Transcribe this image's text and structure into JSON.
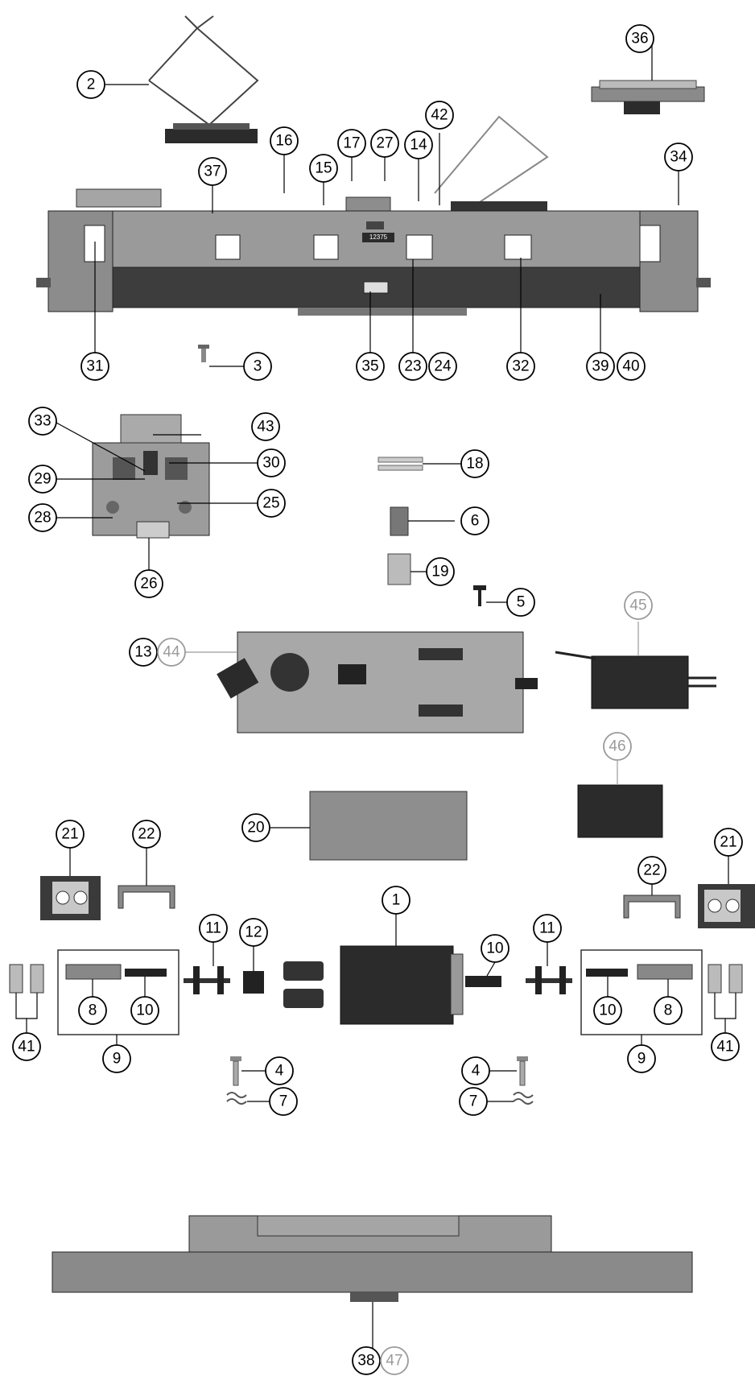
{
  "callouts": {
    "c1": "1",
    "c2": "2",
    "c3": "3",
    "c4a": "4",
    "c4b": "4",
    "c5": "5",
    "c6": "6",
    "c7a": "7",
    "c7b": "7",
    "c8a": "8",
    "c8b": "8",
    "c9a": "9",
    "c9b": "9",
    "c10a": "10",
    "c10b": "10",
    "c10c": "10",
    "c11a": "11",
    "c11b": "11",
    "c12": "12",
    "c13": "13",
    "c14": "14",
    "c15": "15",
    "c16": "16",
    "c17": "17",
    "c18": "18",
    "c19": "19",
    "c20": "20",
    "c21a": "21",
    "c21b": "21",
    "c22a": "22",
    "c22b": "22",
    "c23": "23",
    "c24": "24",
    "c25": "25",
    "c26": "26",
    "c27": "27",
    "c28": "28",
    "c29": "29",
    "c30": "30",
    "c31": "31",
    "c32": "32",
    "c33": "33",
    "c34": "34",
    "c35": "35",
    "c36": "36",
    "c37": "37",
    "c38": "38",
    "c39": "39",
    "c40": "40",
    "c41a": "41",
    "c41b": "41",
    "c42": "42",
    "c43": "43",
    "c44": "44",
    "c45": "45",
    "c46": "46",
    "c47": "47"
  },
  "locomotive_number": "12375",
  "colors": {
    "body": "#9a9a9a",
    "dark": "#2b2b2b",
    "grey_label": "#9a9a9a"
  }
}
